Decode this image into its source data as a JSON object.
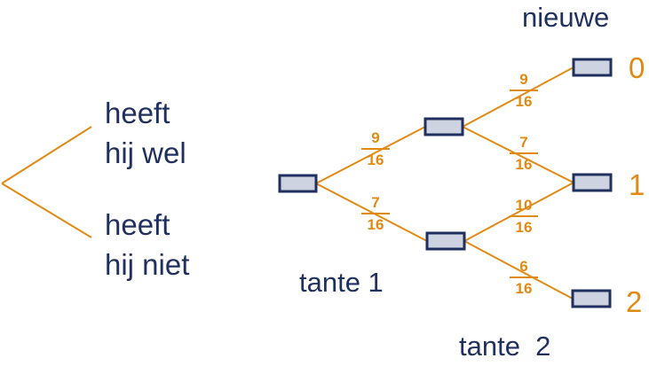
{
  "labels": {
    "heeft_wel": [
      "heeft",
      "hij wel"
    ],
    "heeft_niet": [
      "heeft",
      "hij niet"
    ],
    "tante1": "tante 1",
    "tante2": "tante  2",
    "nieuwe": "nieuwe"
  },
  "outcomes": [
    "0",
    "1",
    "2"
  ],
  "probabilities": {
    "a": {
      "num": "9",
      "den": "16"
    },
    "b": {
      "num": "7",
      "den": "16"
    },
    "c": {
      "num": "9",
      "den": "16"
    },
    "d": {
      "num": "7",
      "den": "16"
    },
    "e": {
      "num": "10",
      "den": "16"
    },
    "f": {
      "num": "6",
      "den": "16"
    }
  },
  "colors": {
    "text": "#1f2f5e",
    "accent": "#e08a14",
    "node_fill": "#cdd3e0",
    "node_stroke": "#1f2f5e"
  }
}
